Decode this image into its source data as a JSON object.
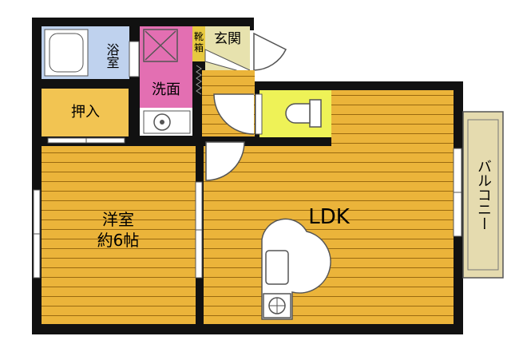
{
  "rooms": {
    "bathroom": "浴室",
    "washroom": "洗面",
    "shoe_box_line1": "靴",
    "shoe_box_line2": "箱",
    "entrance": "玄関",
    "closet": "押入",
    "western_room_line1": "洋室",
    "western_room_line2": "約6帖",
    "ldk": "LDK",
    "balcony": "バルコニー"
  },
  "colors": {
    "wall": "#111111",
    "floor_wood": "#EBB43A",
    "floor_line": "#9A6A10",
    "bathroom": "#BFD2EE",
    "washroom": "#E36FB2",
    "toilet": "#EEF257",
    "entrance": "#E7E2AE",
    "balcony": "#E5DBAF",
    "closet": "#F2C452"
  }
}
